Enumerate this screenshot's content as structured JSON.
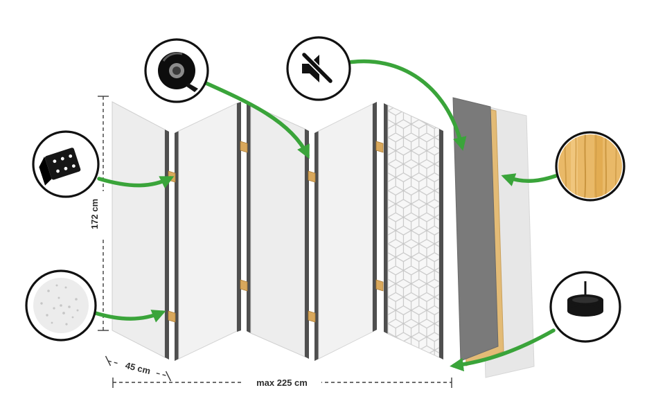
{
  "diagram": {
    "name": "folding-screen-construction-diagram",
    "dimensions": {
      "height_label": "172 cm",
      "panel_width_label": "45 cm",
      "total_width_label": "max 225 cm"
    },
    "icons": [
      "hinge-icon",
      "texture-icon",
      "tape-icon",
      "mute-speaker-icon",
      "wood-icon",
      "felt-pad-icon"
    ],
    "colors": {
      "arrow_green": "#3aa43a",
      "panel_light": "#ededed",
      "panel_edge_dark": "#4f4f4f",
      "hinge_tan": "#d9a85c",
      "board_dark": "#7a7a7a",
      "wood_frame": "#e3bb76",
      "pattern_line": "#c6c6c6",
      "background": "#ffffff"
    }
  }
}
